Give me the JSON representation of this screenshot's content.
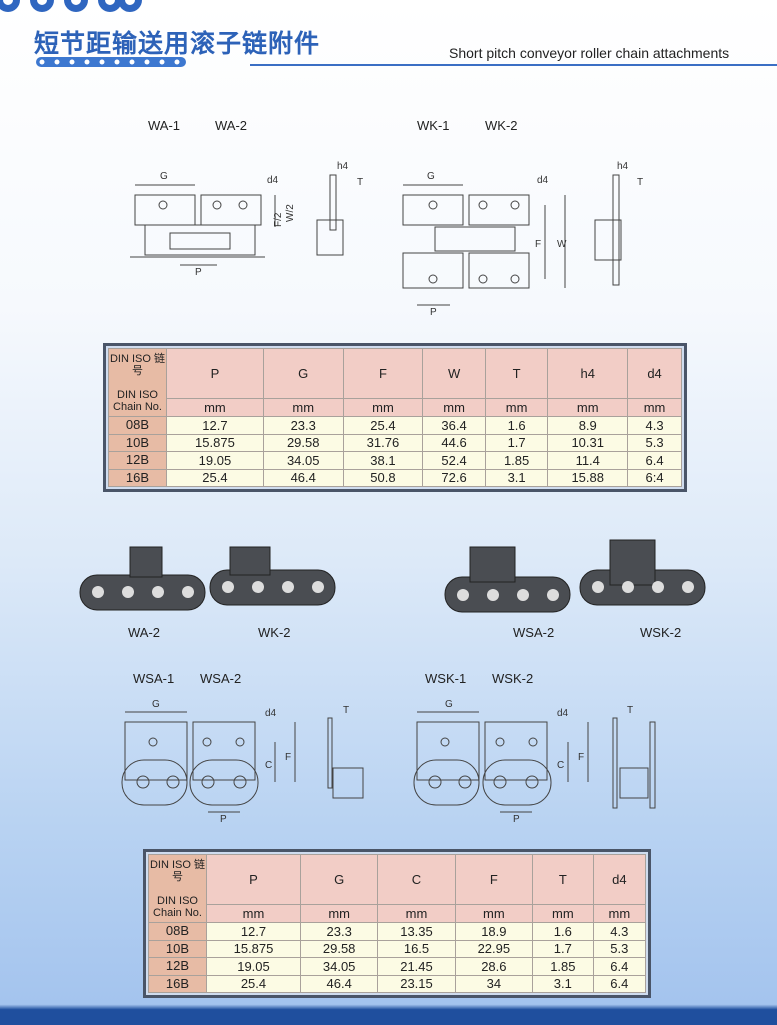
{
  "header": {
    "title_cn": "短节距输送用滚子链附件",
    "title_en": "Short pitch conveyor roller chain attachments"
  },
  "section1": {
    "labels": [
      "WA-1",
      "WA-2",
      "WK-1",
      "WK-2"
    ],
    "dims": {
      "G": "G",
      "d4": "d4",
      "P": "P",
      "F2": "F/2",
      "W2": "W/2",
      "h4": "h4",
      "T": "T",
      "F": "F",
      "W": "W"
    }
  },
  "table1": {
    "first_header_cn": "DIN ISO 链号",
    "first_header_en": "DIN ISO Chain No.",
    "columns": [
      "P",
      "G",
      "F",
      "W",
      "T",
      "h4",
      "d4"
    ],
    "unit": "mm",
    "rows": [
      [
        "08B",
        "12.7",
        "23.3",
        "25.4",
        "36.4",
        "1.6",
        "8.9",
        "4.3"
      ],
      [
        "10B",
        "15.875",
        "29.58",
        "31.76",
        "44.6",
        "1.7",
        "10.31",
        "5.3"
      ],
      [
        "12B",
        "19.05",
        "34.05",
        "38.1",
        "52.4",
        "1.85",
        "11.4",
        "6.4"
      ],
      [
        "16B",
        "25.4",
        "46.4",
        "50.8",
        "72.6",
        "3.1",
        "15.88",
        "6:4"
      ]
    ]
  },
  "photos": [
    "WA-2",
    "WK-2",
    "WSA-2",
    "WSK-2"
  ],
  "section2": {
    "labels": [
      "WSA-1",
      "WSA-2",
      "WSK-1",
      "WSK-2"
    ],
    "dims": {
      "G": "G",
      "d4": "d4",
      "C": "C",
      "F": "F",
      "T": "T",
      "P": "P"
    }
  },
  "table2": {
    "first_header_cn": "DIN ISO 链号",
    "first_header_en": "DIN ISO Chain No.",
    "columns": [
      "P",
      "G",
      "C",
      "F",
      "T",
      "d4"
    ],
    "unit": "mm",
    "rows": [
      [
        "08B",
        "12.7",
        "23.3",
        "13.35",
        "18.9",
        "1.6",
        "4.3"
      ],
      [
        "10B",
        "15.875",
        "29.58",
        "16.5",
        "22.95",
        "1.7",
        "5.3"
      ],
      [
        "12B",
        "19.05",
        "34.05",
        "21.45",
        "28.6",
        "1.85",
        "6.4"
      ],
      [
        "16B",
        "25.4",
        "46.4",
        "23.15",
        "34",
        "3.1",
        "6.4"
      ]
    ]
  }
}
